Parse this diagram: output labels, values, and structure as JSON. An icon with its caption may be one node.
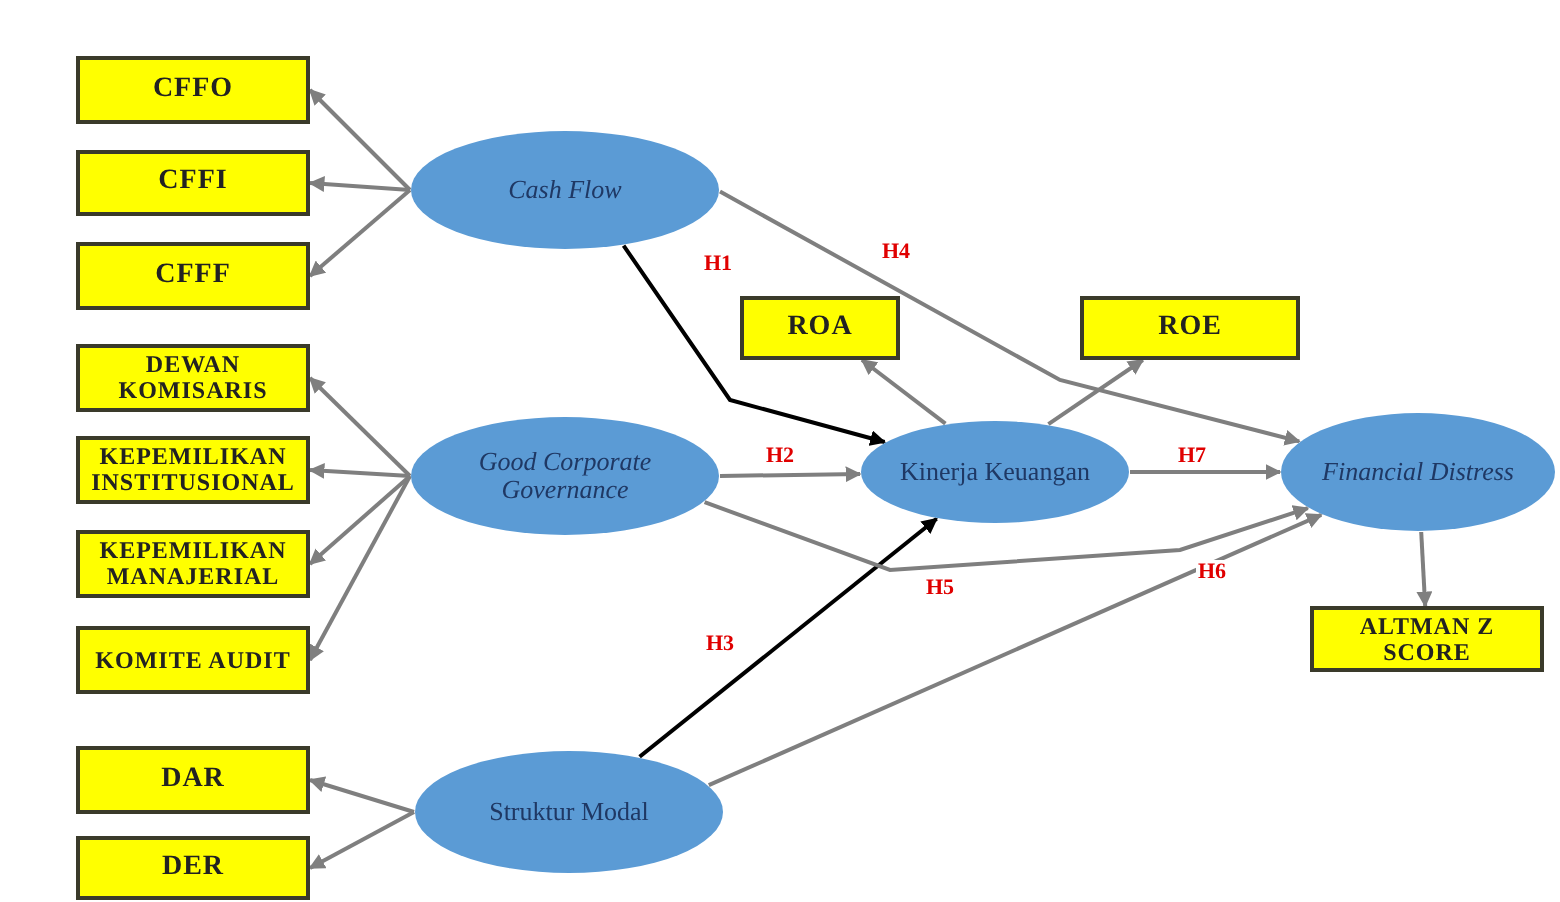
{
  "diagram": {
    "nodes": [
      {
        "text": [
          "CFFO"
        ]
      },
      {
        "text": [
          "CFFI"
        ]
      },
      {
        "text": [
          "CFFF"
        ]
      },
      {
        "text": [
          "Cash Flow"
        ]
      },
      {
        "text": [
          "ROA"
        ]
      },
      {
        "text": [
          "ROE"
        ]
      },
      {
        "text": [
          "DEWAN KOMISARIS"
        ]
      },
      {
        "text": [
          "KEPEMILIKAN INSTITUSIONAL"
        ]
      },
      {
        "text": [
          "Good Corporate Governance"
        ]
      },
      {
        "text": [
          "Kinerja Keuangan"
        ]
      },
      {
        "text": [
          "Financial Distress"
        ]
      },
      {
        "text": [
          "KEPEMILIKAN MANAJERIAL"
        ]
      },
      {
        "text": [
          "KOMITE AUDIT"
        ]
      },
      {
        "text": [
          "ALTMAN Z SCORE"
        ]
      },
      {
        "text": [
          "DAR"
        ]
      },
      {
        "text": [
          "Struktur Modal"
        ]
      },
      {
        "text": [
          "DER"
        ]
      }
    ],
    "edges": [
      {
        "from": 3,
        "to": 0,
        "arrow": "to"
      },
      {
        "from": 3,
        "to": 1,
        "arrow": "to"
      },
      {
        "from": 3,
        "to": 2,
        "arrow": "to"
      },
      {
        "from": 8,
        "to": 6,
        "arrow": "to"
      },
      {
        "from": 8,
        "to": 7,
        "arrow": "to"
      },
      {
        "from": 8,
        "to": 11,
        "arrow": "to"
      },
      {
        "from": 8,
        "to": 12,
        "arrow": "to"
      },
      {
        "from": 15,
        "to": 14,
        "arrow": "to"
      },
      {
        "from": 15,
        "to": 16,
        "arrow": "to"
      },
      {
        "from": 3,
        "to": 9,
        "arrow": "to",
        "label": "H1",
        "color": "#000000"
      },
      {
        "from": 8,
        "to": 9,
        "arrow": "to",
        "label": "H2"
      },
      {
        "from": 15,
        "to": 9,
        "arrow": "to",
        "label": "H3",
        "color": "#000000"
      },
      {
        "from": 3,
        "to": 10,
        "arrow": "to",
        "label": "H4"
      },
      {
        "from": 8,
        "to": 10,
        "arrow": "to",
        "label": "H5"
      },
      {
        "from": 15,
        "to": 10,
        "arrow": "to",
        "label": "H6"
      },
      {
        "from": 9,
        "to": 10,
        "arrow": "to",
        "label": "H7"
      },
      {
        "from": 9,
        "to": 4,
        "arrow": "to"
      },
      {
        "from": 9,
        "to": 5,
        "arrow": "to"
      },
      {
        "from": 10,
        "to": 13,
        "arrow": "to"
      }
    ]
  }
}
